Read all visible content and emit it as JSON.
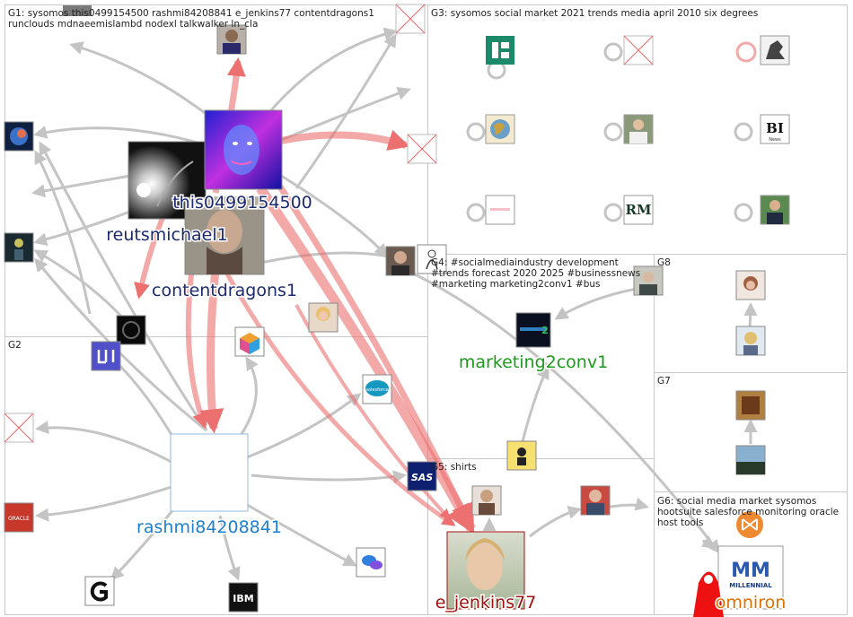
{
  "colors": {
    "edge_gray": "#c4c4c4",
    "edge_red": "#e85a5a",
    "group_border": "#c8c8c8",
    "label_navy": "#1c2a6e",
    "label_green": "#1c9a1c",
    "label_blue": "#1c7fd0",
    "label_darkred": "#a01010",
    "label_orange": "#e07000"
  },
  "groups": [
    {
      "id": "g1",
      "lines": [
        "G1: sysomos this0499154500 rashmi84208841 e_jenkins77 contentdragons1",
        "runclouds mdnaeemislambd nodexl talkwalker ln_cla"
      ]
    },
    {
      "id": "g2",
      "lines": [
        "G2"
      ]
    },
    {
      "id": "g3",
      "lines": [
        "G3: sysomos social market 2021 trends media april 2010 six degrees"
      ]
    },
    {
      "id": "g4",
      "lines": [
        "G4: #socialmediaindustry development",
        "#trends forecast 2020 2025 #businessnews",
        "#marketing marketing2conv1 #bus"
      ]
    },
    {
      "id": "g5",
      "lines": [
        "G5: shirts"
      ]
    },
    {
      "id": "g6",
      "lines": [
        "G6: social media market sysomos",
        "hootsuite salesforce monitoring oracle",
        "host tools"
      ]
    },
    {
      "id": "g7",
      "lines": [
        "G7"
      ]
    },
    {
      "id": "g8",
      "lines": [
        "G8"
      ]
    }
  ],
  "labeled_nodes": [
    {
      "id": "this0499154500",
      "label": "this0499154500",
      "icon": "colorful-face-avatar",
      "color": "#1c2a6e"
    },
    {
      "id": "reutsmichael1",
      "label": "reutsmichael1",
      "icon": "dark-light-avatar",
      "color": "#1c2a6e"
    },
    {
      "id": "contentdragons1",
      "label": "contentdragons1",
      "icon": "man-portrait-avatar",
      "color": "#1c2a6e"
    },
    {
      "id": "marketing2conv1",
      "label": "marketing2conv1",
      "icon": "marketing-logo-avatar",
      "color": "#1c9a1c"
    },
    {
      "id": "rashmi84208841",
      "label": "rashmi84208841",
      "icon": "blank-avatar",
      "color": "#1c7fd0"
    },
    {
      "id": "e_jenkins77",
      "label": "e_jenkins77",
      "icon": "woman-portrait-avatar",
      "color": "#a01010"
    },
    {
      "id": "omniron",
      "label": "omniron",
      "icon": "millennial-marketing-logo",
      "color": "#e07000"
    }
  ],
  "logo_texts": {
    "ibm": "IBM",
    "sas": "SAS",
    "oracle": "ORACLE",
    "bi": "BI",
    "bi_sub": "News",
    "rm": "RM",
    "mm": "MM",
    "mm_sub": "MILLENNIAL",
    "salesforce": "salesforce",
    "marketing_2": "2"
  }
}
